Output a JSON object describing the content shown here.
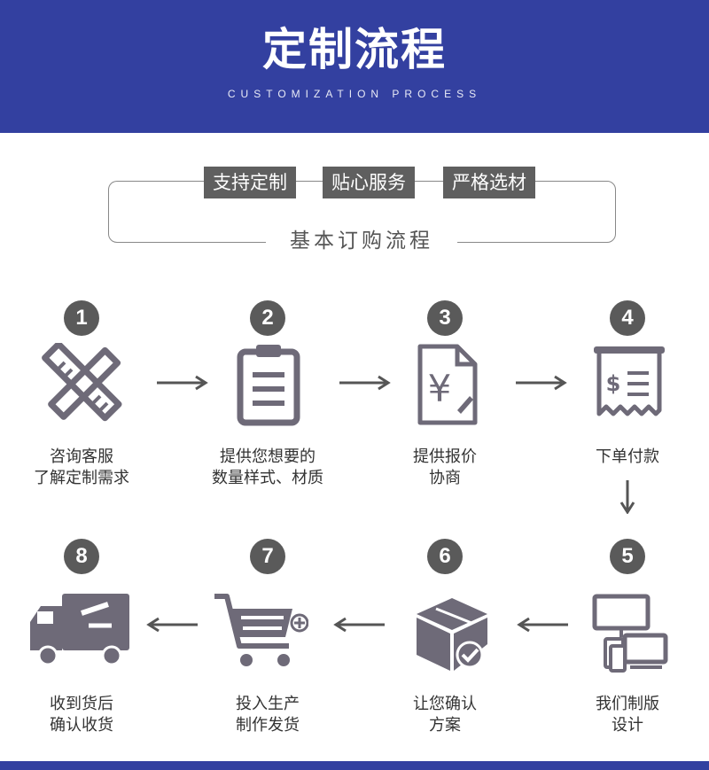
{
  "header": {
    "title": "定制流程",
    "subtitle": "CUSTOMIZATION PROCESS"
  },
  "tags": [
    "支持定制",
    "贴心服务",
    "严格选材"
  ],
  "section_title": "基本订购流程",
  "steps": [
    {
      "num": "1",
      "line1": "咨询客服",
      "line2": "了解定制需求",
      "icon": "ruler-pencil-icon"
    },
    {
      "num": "2",
      "line1": "提供您想要的",
      "line2": "数量样式、材质",
      "icon": "clipboard-icon"
    },
    {
      "num": "3",
      "line1": "提供报价",
      "line2": "协商",
      "icon": "yen-document-icon"
    },
    {
      "num": "4",
      "line1": "下单付款",
      "line2": "",
      "icon": "receipt-icon"
    },
    {
      "num": "5",
      "line1": "我们制版",
      "line2": "设计",
      "icon": "devices-icon"
    },
    {
      "num": "6",
      "line1": "让您确认",
      "line2": "方案",
      "icon": "box-check-icon"
    },
    {
      "num": "7",
      "line1": "投入生产",
      "line2": "制作发货",
      "icon": "shopping-cart-icon"
    },
    {
      "num": "8",
      "line1": "收到货后",
      "line2": "确认收货",
      "icon": "delivery-truck-icon"
    }
  ],
  "colors": {
    "header_bg": "#3340a0",
    "icon_gray": "#6e6a78",
    "tag_bg": "#5f5f5f"
  }
}
